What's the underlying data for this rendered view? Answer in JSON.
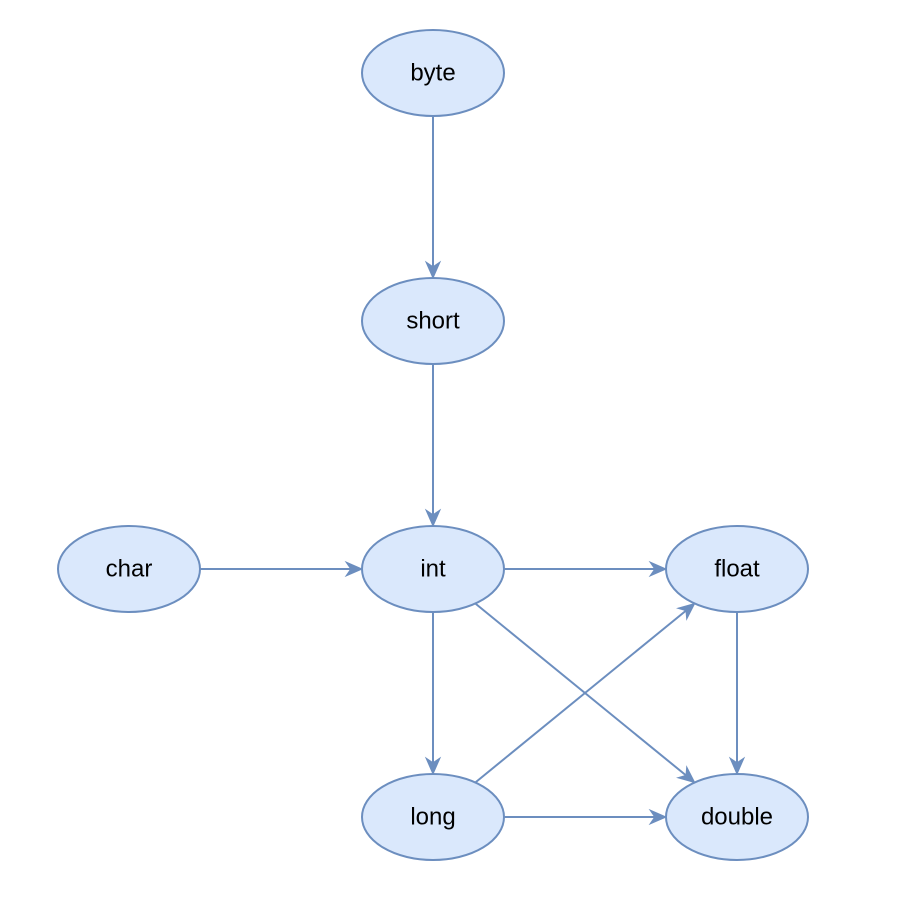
{
  "diagram": {
    "colors": {
      "node_fill": "#dae8fc",
      "node_stroke": "#6c8ebf",
      "edge": "#6c8ebf",
      "text": "#000000"
    },
    "nodes": {
      "byte": "byte",
      "short": "short",
      "char": "char",
      "int": "int",
      "float": "float",
      "long": "long",
      "double": "double"
    },
    "edges": [
      {
        "from": "byte",
        "to": "short"
      },
      {
        "from": "short",
        "to": "int"
      },
      {
        "from": "char",
        "to": "int"
      },
      {
        "from": "int",
        "to": "float"
      },
      {
        "from": "int",
        "to": "long"
      },
      {
        "from": "int",
        "to": "double"
      },
      {
        "from": "long",
        "to": "float"
      },
      {
        "from": "long",
        "to": "double"
      },
      {
        "from": "float",
        "to": "double"
      }
    ]
  }
}
